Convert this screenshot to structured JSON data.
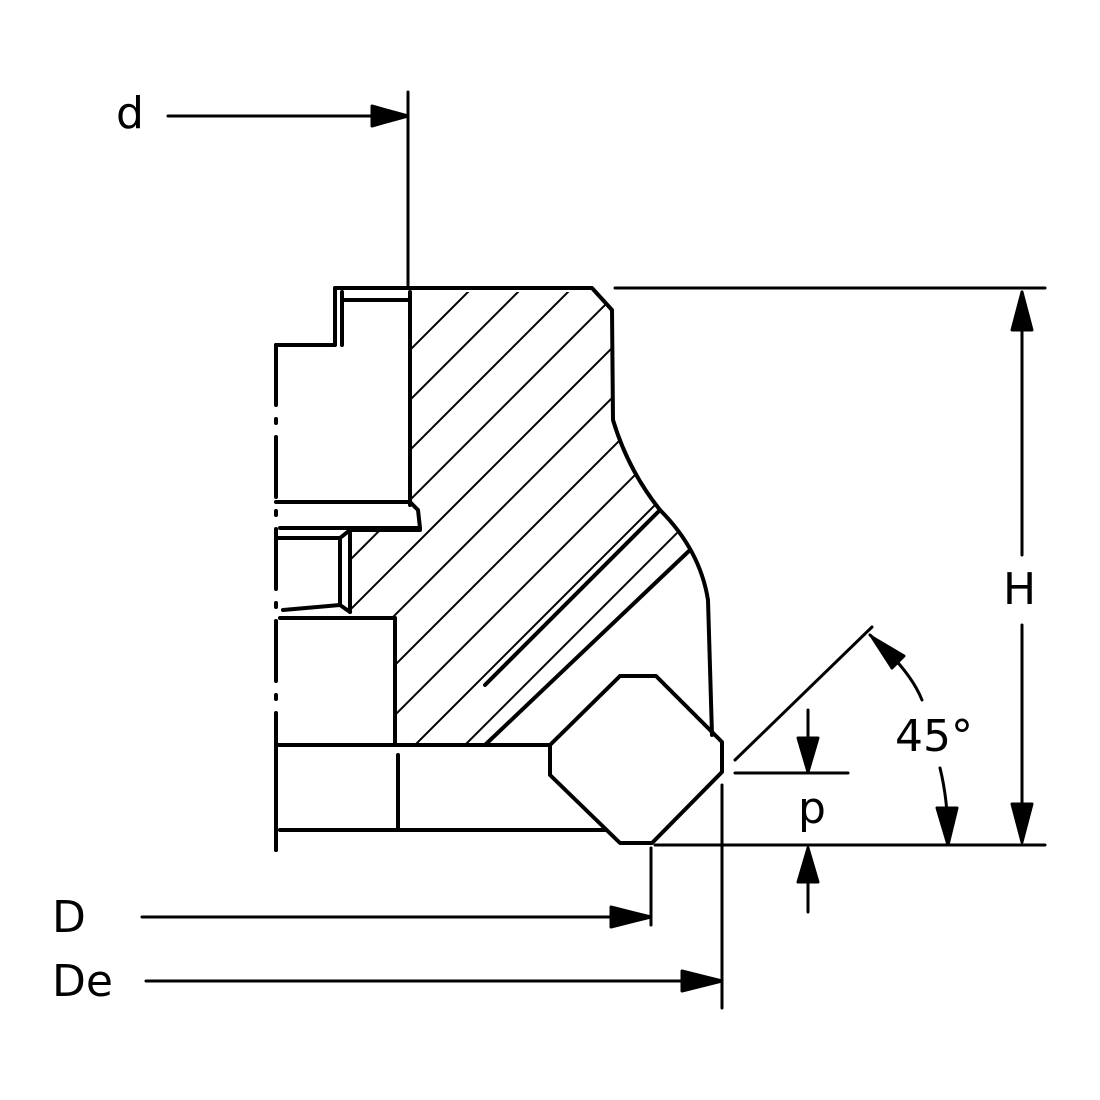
{
  "labels": {
    "d": "d",
    "H": "H",
    "angle": "45°",
    "p": "p",
    "D": "D",
    "De": "De"
  },
  "colors": {
    "line": "#000000",
    "background": "#ffffff"
  }
}
